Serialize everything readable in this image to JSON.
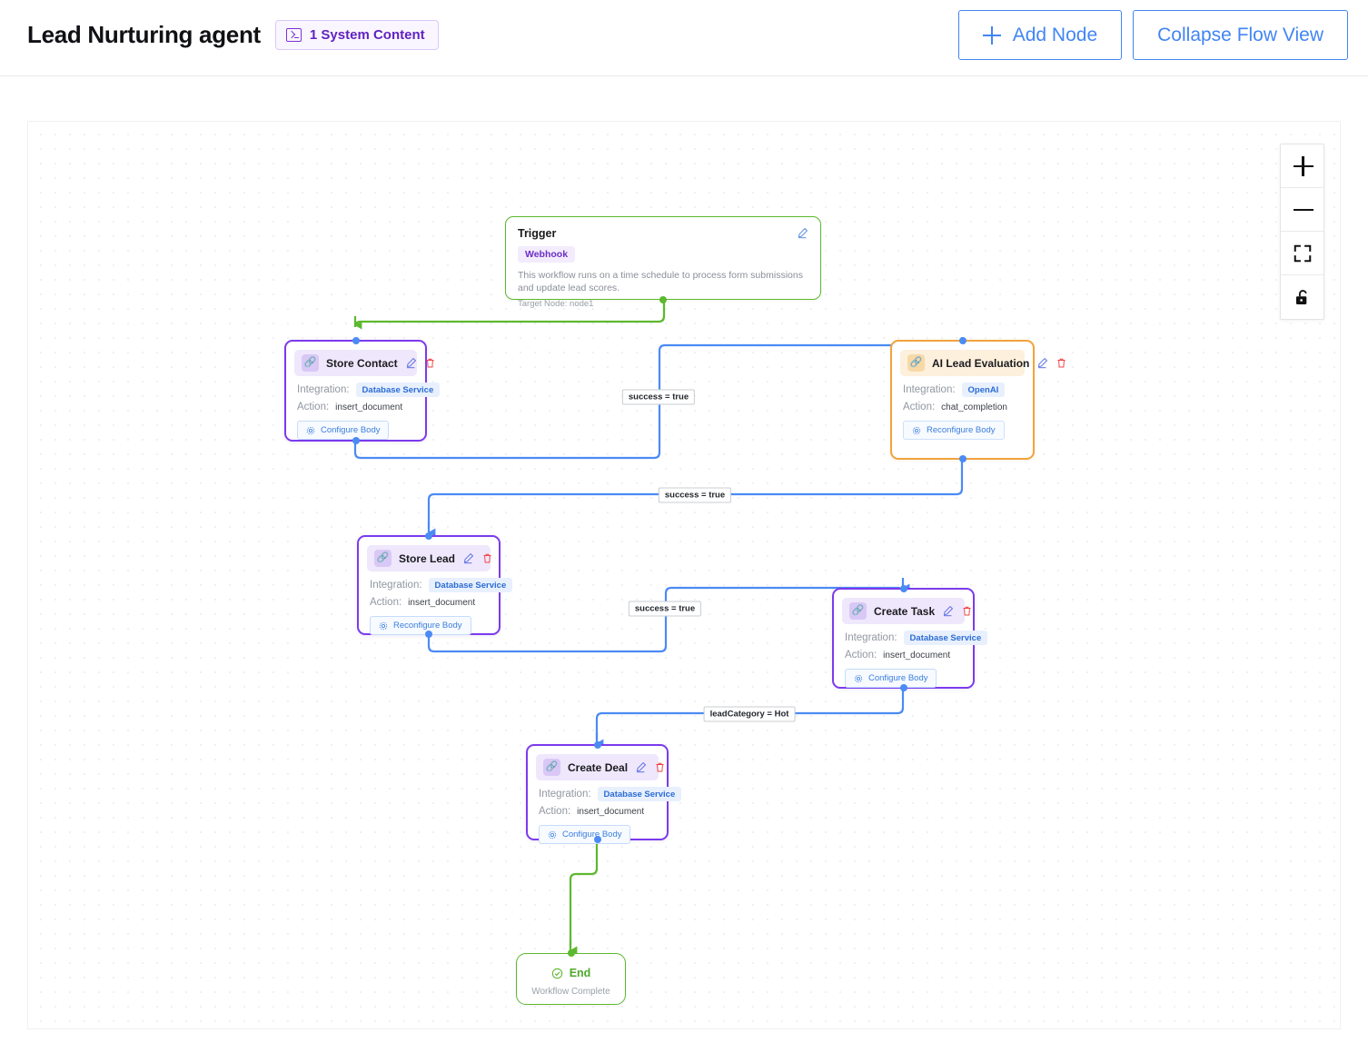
{
  "header": {
    "title": "Lead Nurturing agent",
    "system_badge": {
      "icon": "terminal-icon",
      "label": "1 System Content"
    },
    "buttons": [
      {
        "name": "add-node-button",
        "icon": "plus-icon",
        "label": "Add Node"
      },
      {
        "name": "collapse-flow-view-button",
        "label": "Collapse Flow View"
      }
    ]
  },
  "canvas": {
    "controls": [
      {
        "name": "zoom-in-button",
        "icon": "plus-icon"
      },
      {
        "name": "zoom-out-button",
        "icon": "minus-icon"
      },
      {
        "name": "fit-view-button",
        "icon": "fit-screen-icon"
      },
      {
        "name": "lock-toggle-button",
        "icon": "unlock-icon"
      }
    ],
    "colors": {
      "trigger_border": "#5cb82e",
      "action_border": "#7c3aed",
      "ai_border": "#f2a33c",
      "end_border": "#5cb82e",
      "edge_blue": "#4b8bf4",
      "edge_green": "#5cb82e",
      "accent_blue": "#4285f4",
      "accent_purple": "#6023c0"
    }
  },
  "nodes": {
    "trigger": {
      "title": "Trigger",
      "pill": "Webhook",
      "description": "This workflow runs on a time schedule to process form submissions and update lead scores.",
      "target": "Target Node: node1",
      "edit_icon": "pencil-icon"
    },
    "store_contact": {
      "name": "Store Contact",
      "icon": "plug-icon",
      "edit_icon": "pencil-icon",
      "delete_icon": "trash-icon",
      "integration_label": "Integration:",
      "integration_value": "Database Service",
      "action_label": "Action:",
      "action_value": "insert_document",
      "config_button": "Configure Body",
      "config_icon": "gear-icon"
    },
    "ai_lead_evaluation": {
      "name": "AI Lead Evaluation",
      "icon": "plug-icon",
      "edit_icon": "pencil-icon",
      "delete_icon": "trash-icon",
      "integration_label": "Integration:",
      "integration_value": "OpenAI",
      "action_label": "Action:",
      "action_value": "chat_completion",
      "config_button": "Reconfigure Body",
      "config_icon": "gear-icon"
    },
    "store_lead": {
      "name": "Store Lead",
      "icon": "plug-icon",
      "edit_icon": "pencil-icon",
      "delete_icon": "trash-icon",
      "integration_label": "Integration:",
      "integration_value": "Database Service",
      "action_label": "Action:",
      "action_value": "insert_document",
      "config_button": "Reconfigure Body",
      "config_icon": "gear-icon"
    },
    "create_task": {
      "name": "Create Task",
      "icon": "plug-icon",
      "edit_icon": "pencil-icon",
      "delete_icon": "trash-icon",
      "integration_label": "Integration:",
      "integration_value": "Database Service",
      "action_label": "Action:",
      "action_value": "insert_document",
      "config_button": "Configure Body",
      "config_icon": "gear-icon"
    },
    "create_deal": {
      "name": "Create Deal",
      "icon": "plug-icon",
      "edit_icon": "pencil-icon",
      "delete_icon": "trash-icon",
      "integration_label": "Integration:",
      "integration_value": "Database Service",
      "action_label": "Action:",
      "action_value": "insert_document",
      "config_button": "Configure Body",
      "config_icon": "gear-icon"
    },
    "end": {
      "title": "End",
      "icon": "check-circle-icon",
      "subtitle": "Workflow Complete"
    }
  },
  "edges": [
    {
      "from": "trigger",
      "to": "store-contact",
      "label": "",
      "color": "green"
    },
    {
      "from": "store-contact",
      "to": "ai-lead-evaluation",
      "label": "success = true",
      "color": "blue"
    },
    {
      "from": "ai-lead-evaluation",
      "to": "store-lead",
      "label": "success = true",
      "color": "blue"
    },
    {
      "from": "store-lead",
      "to": "create-task",
      "label": "success = true",
      "color": "blue"
    },
    {
      "from": "create-task",
      "to": "create-deal",
      "label": "leadCategory = Hot",
      "color": "blue"
    },
    {
      "from": "create-deal",
      "to": "end",
      "label": "",
      "color": "green"
    }
  ]
}
